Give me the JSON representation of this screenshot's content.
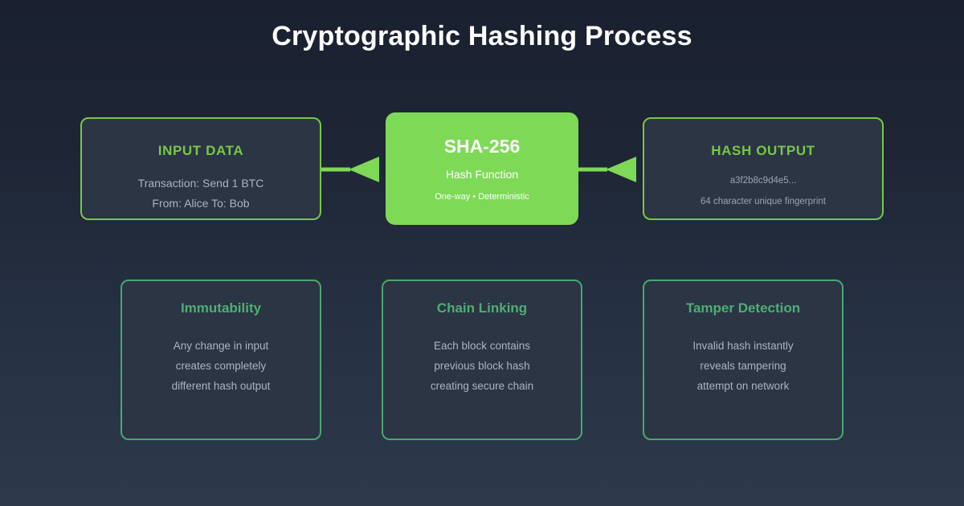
{
  "page": {
    "title": "Cryptographic Hashing Process",
    "background_top": "#1a2030",
    "background_bottom": "#2d3a4c"
  },
  "theme": {
    "accent_lime": "#76c943",
    "accent_center_fill": "#7ed957",
    "accent_teal": "#4caf72",
    "card_fill": "#2b3544",
    "body_text": "#aab4c0",
    "title_text": "#ffffff"
  },
  "flow": {
    "input_card": {
      "heading": "INPUT DATA",
      "lines": [
        "Transaction: Send 1 BTC",
        "From: Alice To: Bob"
      ]
    },
    "center_card": {
      "title": "SHA-256",
      "subtitle": "Hash Function",
      "tagline": "One-way • Deterministic"
    },
    "output_card": {
      "heading": "HASH OUTPUT",
      "hash": "a3f2b8c9d4e5...",
      "caption": "64 character unique fingerprint"
    },
    "connectors": [
      {
        "name": "input-to-hash",
        "direction": "left",
        "color": "#7ed957"
      },
      {
        "name": "hash-to-output",
        "direction": "left",
        "color": "#7ed957"
      }
    ]
  },
  "properties": [
    {
      "heading": "Immutability",
      "lines": [
        "Any change in input",
        "creates completely",
        "different hash output"
      ]
    },
    {
      "heading": "Chain Linking",
      "lines": [
        "Each block contains",
        "previous block hash",
        "creating secure chain"
      ]
    },
    {
      "heading": "Tamper Detection",
      "lines": [
        "Invalid hash instantly",
        "reveals tampering",
        "attempt on network"
      ]
    }
  ]
}
